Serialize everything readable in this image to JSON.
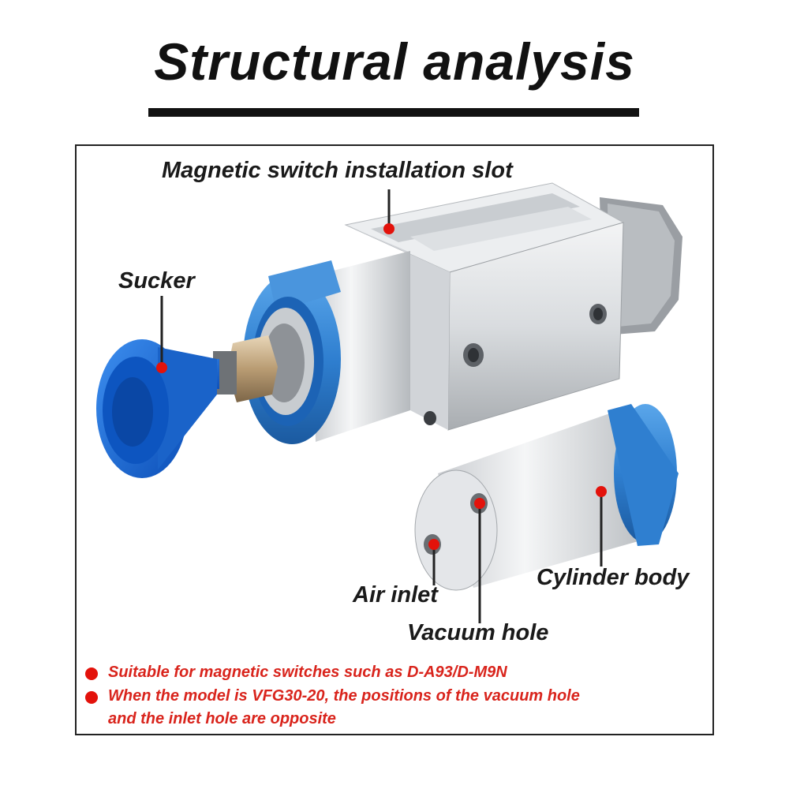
{
  "title": "Structural analysis",
  "labels": {
    "slot": "Magnetic switch installation slot",
    "sucker": "Sucker",
    "air_inlet": "Air inlet",
    "cylinder_body": "Cylinder body",
    "vacuum_hole": "Vacuum hole"
  },
  "notes": [
    {
      "text": "Suitable for magnetic switches such as D-A93/D-M9N"
    },
    {
      "line1": "When the model is VFG30-20, the positions of the vacuum hole",
      "line2": "and the inlet hole are opposite"
    }
  ],
  "colors": {
    "accent_blue": "#2f7fd0",
    "marker_red": "#e3120b",
    "note_red": "#d9241c",
    "metal": "#d7dadd"
  }
}
